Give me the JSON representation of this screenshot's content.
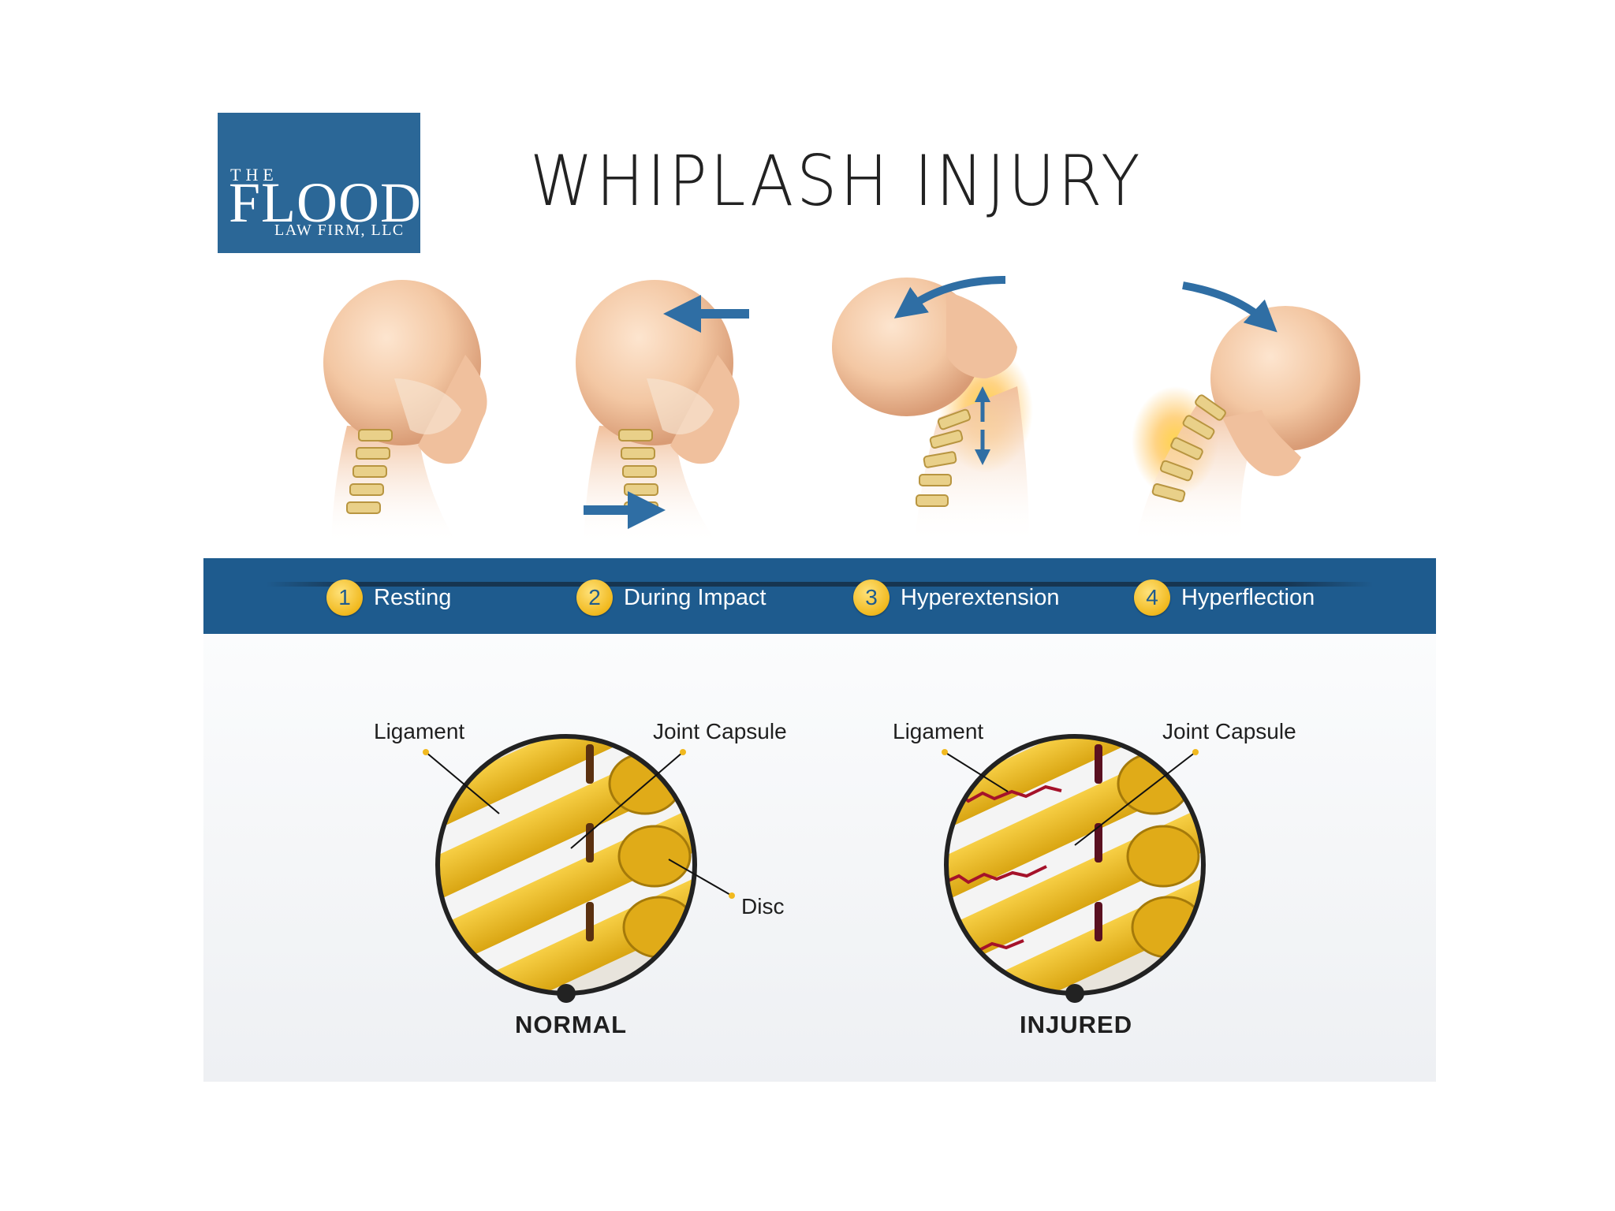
{
  "logo": {
    "the": "THE",
    "flood": "FLOOD",
    "firm": "LAW FIRM, LLC",
    "bg_color": "#2b6797"
  },
  "title": "WHIPLASH INJURY",
  "steps": [
    {
      "number": "1",
      "label": "Resting"
    },
    {
      "number": "2",
      "label": "During Impact"
    },
    {
      "number": "3",
      "label": "Hyperextension"
    },
    {
      "number": "4",
      "label": "Hyperflection"
    }
  ],
  "band_color": "#1e5b8e",
  "badge_color": "#f1b91f",
  "normal": {
    "ligament": "Ligament",
    "joint_capsule": "Joint Capsule",
    "disc": "Disc",
    "caption": "NORMAL"
  },
  "injured": {
    "ligament": "Ligament",
    "joint_capsule": "Joint Capsule",
    "caption": "INJURED"
  },
  "icons": [
    "left-arrow-icon",
    "right-arrow-icon",
    "curved-arrow-icon"
  ]
}
